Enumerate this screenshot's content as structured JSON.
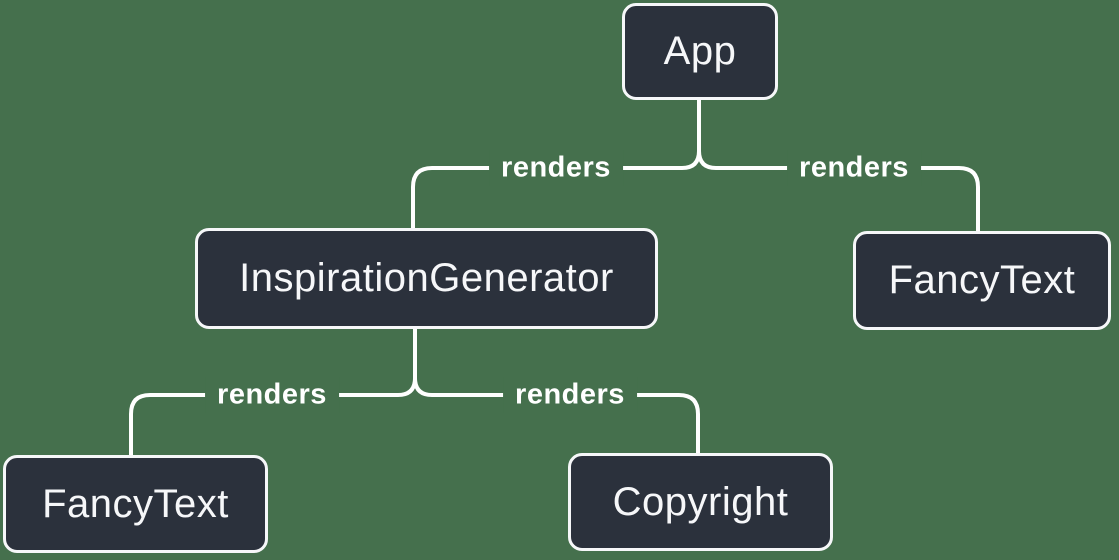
{
  "colors": {
    "background": "#45704D",
    "node_fill": "#2B313C",
    "node_border": "#F6F7F9",
    "node_text": "#F6F7F9",
    "edge": "#FFFFFF"
  },
  "diagram": {
    "kind": "component-render-tree",
    "nodes": [
      {
        "id": "app",
        "label": "App"
      },
      {
        "id": "inspiration-generator",
        "label": "InspirationGenerator"
      },
      {
        "id": "fancy-text-right",
        "label": "FancyText"
      },
      {
        "id": "fancy-text-left",
        "label": "FancyText"
      },
      {
        "id": "copyright",
        "label": "Copyright"
      }
    ],
    "edges": [
      {
        "from": "App",
        "to": "InspirationGenerator",
        "label": "renders"
      },
      {
        "from": "App",
        "to": "FancyText",
        "label": "renders"
      },
      {
        "from": "InspirationGenerator",
        "to": "FancyText",
        "label": "renders"
      },
      {
        "from": "InspirationGenerator",
        "to": "Copyright",
        "label": "renders"
      }
    ]
  }
}
